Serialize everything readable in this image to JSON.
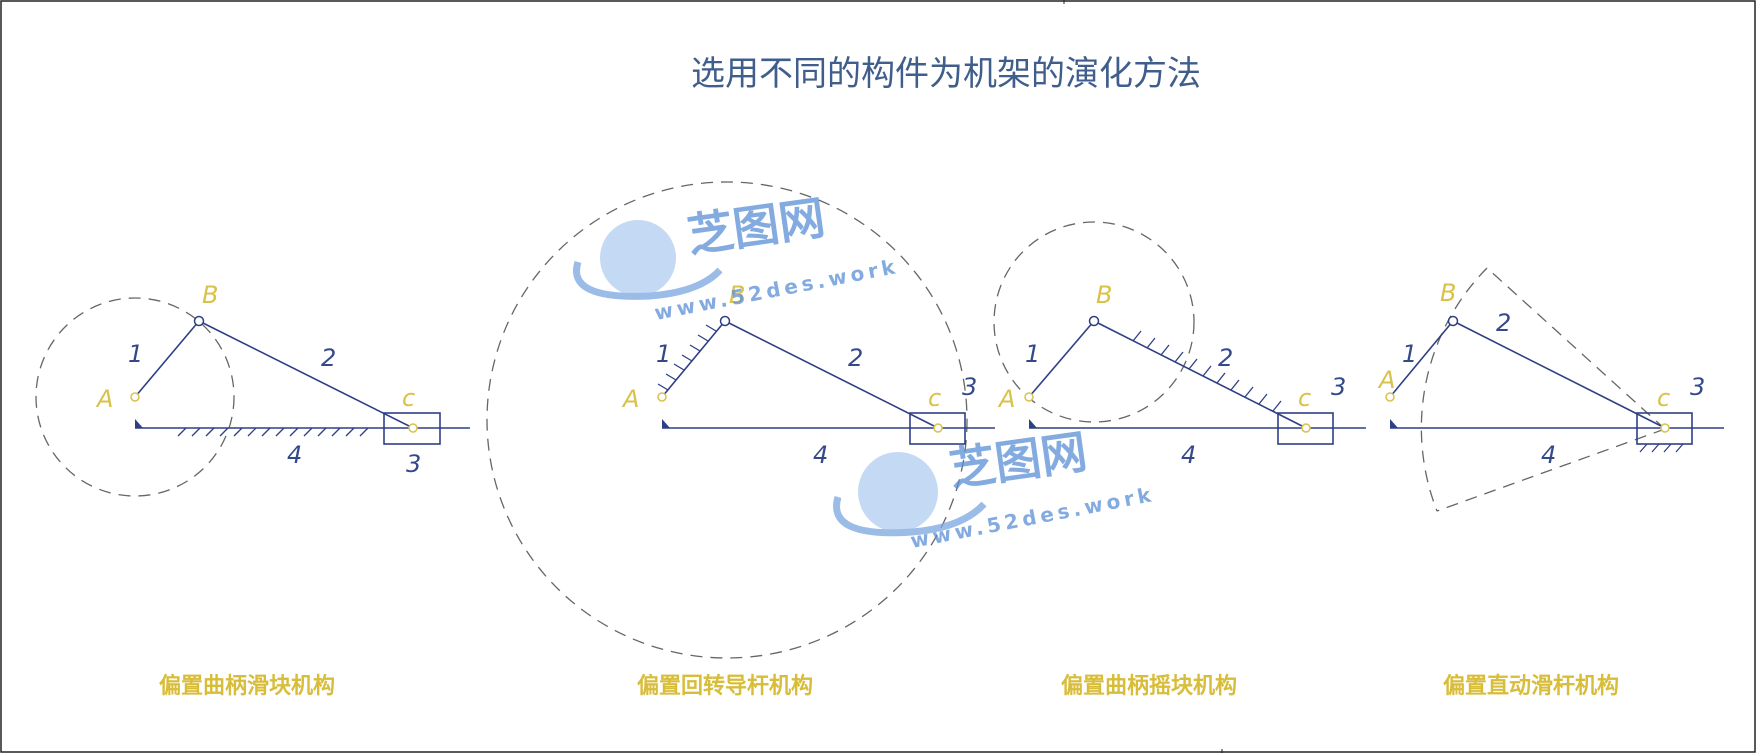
{
  "title": "选用不同的构件为机架的演化方法",
  "watermark": {
    "brand": "芝图网",
    "url": "www.52des.work"
  },
  "mechanisms": [
    {
      "caption": "偏置曲柄滑块机构",
      "labels": {
        "A": "A",
        "B": "B",
        "C": "c",
        "n1": "1",
        "n2": "2",
        "n3": "3",
        "n4": "4"
      }
    },
    {
      "caption": "偏置回转导杆机构",
      "labels": {
        "A": "A",
        "B": "B",
        "C": "c",
        "n1": "1",
        "n2": "2",
        "n3": "3",
        "n4": "4"
      }
    },
    {
      "caption": "偏置曲柄摇块机构",
      "labels": {
        "A": "A",
        "B": "B",
        "C": "c",
        "n1": "1",
        "n2": "2",
        "n3": "3",
        "n4": "4"
      }
    },
    {
      "caption": "偏置直动滑杆机构",
      "labels": {
        "A": "A",
        "B": "B",
        "C": "c",
        "n1": "1",
        "n2": "2",
        "n3": "3",
        "n4": "4"
      }
    }
  ],
  "colors": {
    "link": "#2f3f86",
    "joint": "#d8c24a",
    "title": "#3f5e8c",
    "caption": "#d8bd3a",
    "watermark": "#5b8fd6"
  }
}
